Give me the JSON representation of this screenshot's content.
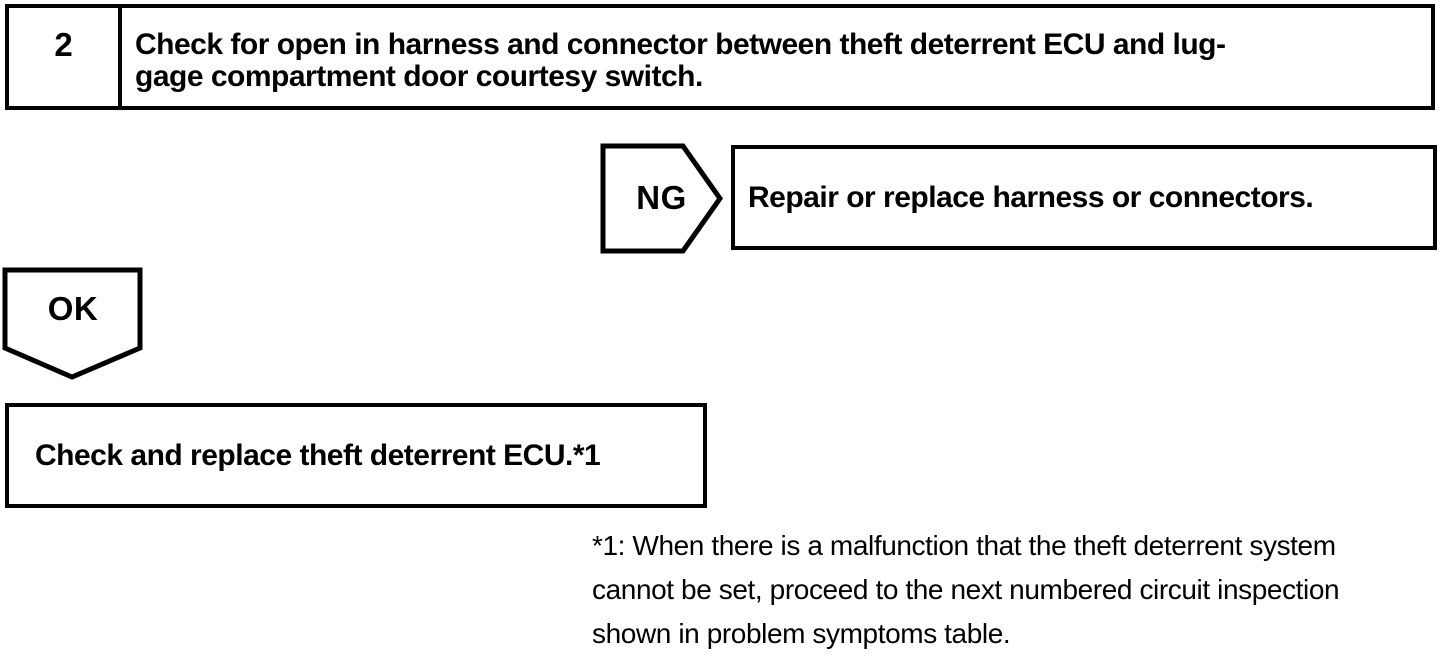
{
  "page": {
    "background_color": "#ffffff",
    "ink_color": "#000000"
  },
  "flowchart": {
    "step": {
      "number": "2",
      "instruction_lines": [
        "Check for open in harness and connector between theft deterrent ECU and lug-",
        "gage compartment door courtesy switch."
      ]
    },
    "ng_branch": {
      "label": "NG",
      "action": "Repair or replace harness or connectors."
    },
    "ok_branch": {
      "label": "OK",
      "action": "Check and replace theft deterrent ECU.*1"
    },
    "footnote": {
      "lines": [
        "*1: When there is a malfunction that the theft deterrent system",
        "cannot be set, proceed to the next numbered circuit inspection",
        "shown in problem symptoms table."
      ]
    }
  }
}
